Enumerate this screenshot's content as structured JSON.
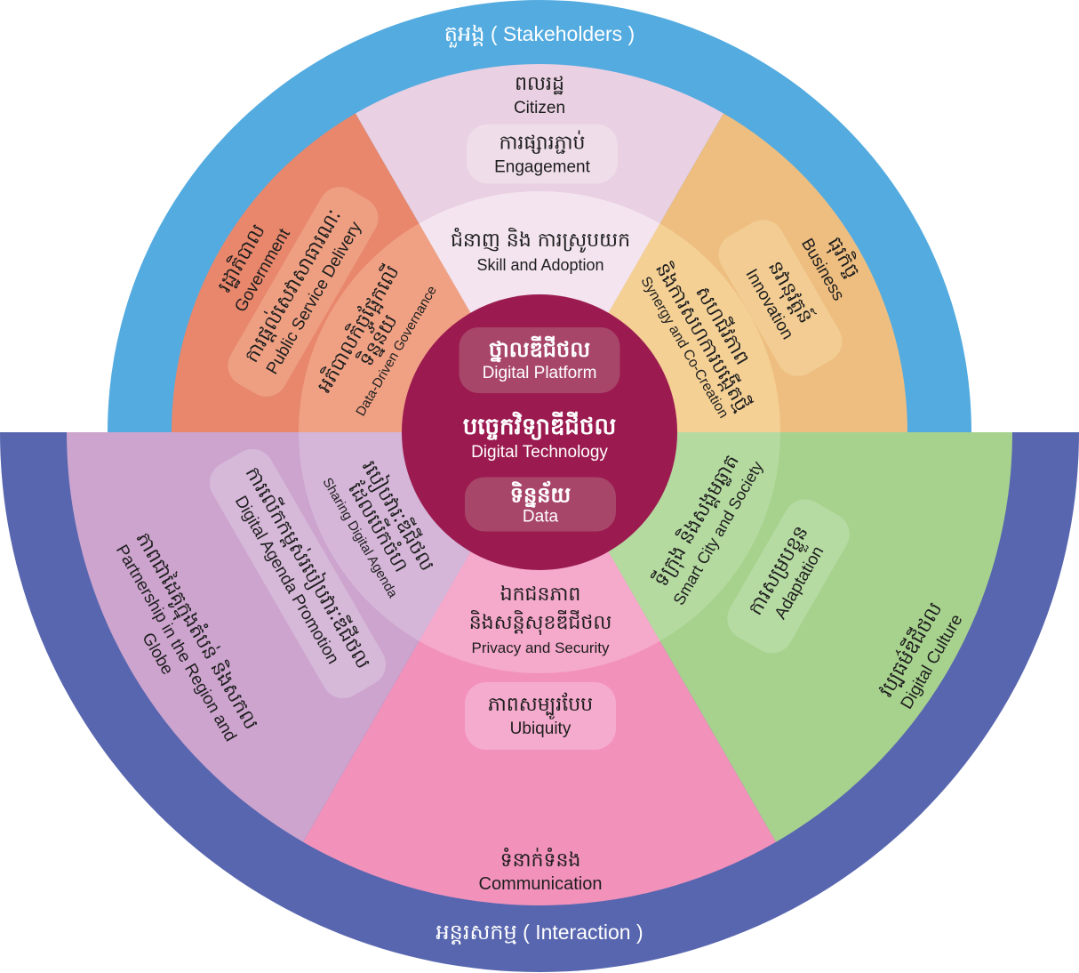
{
  "colors": {
    "stakeholders_ring": "#53ABE0",
    "interaction_ring": "#5866AF",
    "government": "#E8876C",
    "government_inner": "#F0A184",
    "government_pill": "#EE9F82",
    "citizen": "#E9D0E2",
    "citizen_inner": "#F3E4EF",
    "citizen_pill": "#EFDDEA",
    "business": "#EEBE80",
    "business_inner": "#F4D095",
    "business_pill": "#F2CC92",
    "partnership": "#CCA4CE",
    "partnership_inner": "#D5B6D9",
    "partnership_pill": "#D6B8D9",
    "communication": "#F292BB",
    "communication_inner": "#F5A9CB",
    "communication_pill": "#F5ABCD",
    "culture": "#A7D28E",
    "culture_inner": "#B4DAA0",
    "culture_pill": "#B6DBA2",
    "core": "#9B1B50",
    "core_pill": "#A84669"
  },
  "rings": {
    "top": {
      "km": "តួអង្គ",
      "en": "( Stakeholders )"
    },
    "bottom": {
      "km": "អន្តរសកម្ម",
      "en": "( Interaction )"
    }
  },
  "core": {
    "platform": {
      "km": "ថ្នាលឌីជីថល",
      "en": "Digital Platform"
    },
    "technology": {
      "km": "បច្ចេកវិទ្យាឌីជីថល",
      "en": "Digital Technology"
    },
    "data": {
      "km": "ទិន្នន័យ",
      "en": "Data"
    }
  },
  "sectors": {
    "citizen": {
      "outer": {
        "km": "ពលរដ្ឋ",
        "en": "Citizen"
      },
      "pill": {
        "km": "ការផ្សារភ្ជាប់",
        "en": "Engagement"
      },
      "inner": {
        "km": "ជំនាញ និង ការស្រូបយក",
        "en": "Skill and Adoption"
      }
    },
    "government": {
      "outer": {
        "km": "រដ្ឋាភិបាល",
        "en": "Government"
      },
      "pill": {
        "km": "ការផ្តល់សេវាសាធារណៈ",
        "en": "Public Service Delivery"
      },
      "inner": {
        "km_lines": [
          "អភិបាលកិច្ចផ្អែកលើ",
          "ទិន្នន័យ"
        ],
        "en": "Data-Driven Governance"
      }
    },
    "business": {
      "outer": {
        "km": "ធុរកិច្ច",
        "en": "Business"
      },
      "pill": {
        "km": "នវានុវត្តន៍",
        "en": "Innovation"
      },
      "inner": {
        "km_lines": [
          "សហជីវភាព",
          "និងការសហការបង្កើតថ្មី"
        ],
        "en": "Synergy and Co-Creation"
      }
    },
    "partnership": {
      "outer": {
        "km": "ភាពជាដៃគូក្នុងតំបន់ និងសកល",
        "en_lines": [
          "Partnership in the Region and",
          "Globe"
        ]
      },
      "pill": {
        "km": "ការលើកកម្ពស់របៀបវារៈឌីជីថល",
        "en": "Digital Agenda Promotion"
      },
      "inner": {
        "km_lines": [
          "របៀបវារៈឌីជីថល",
          "ដែលបើកចំហ"
        ],
        "en": "Sharing Digital Agenda"
      }
    },
    "communication": {
      "inner": {
        "km_lines": [
          "ឯកជនភាព",
          "និងសន្តិសុខឌីជីថល"
        ],
        "en": "Privacy and Security"
      },
      "pill": {
        "km": "ភាពសម្បូរបែប",
        "en": "Ubiquity"
      },
      "outer": {
        "km": "ទំនាក់ទំនង",
        "en": "Communication"
      }
    },
    "culture": {
      "inner": {
        "km": "ទីក្រុង និងសង្គមឆ្លាត",
        "en": "Smart City and Society"
      },
      "pill": {
        "km": "ការសម្របខ្លួន",
        "en": "Adaptation"
      },
      "outer": {
        "km": "វប្បធម៌ឌីជីថល",
        "en": "Digital Culture"
      }
    }
  }
}
